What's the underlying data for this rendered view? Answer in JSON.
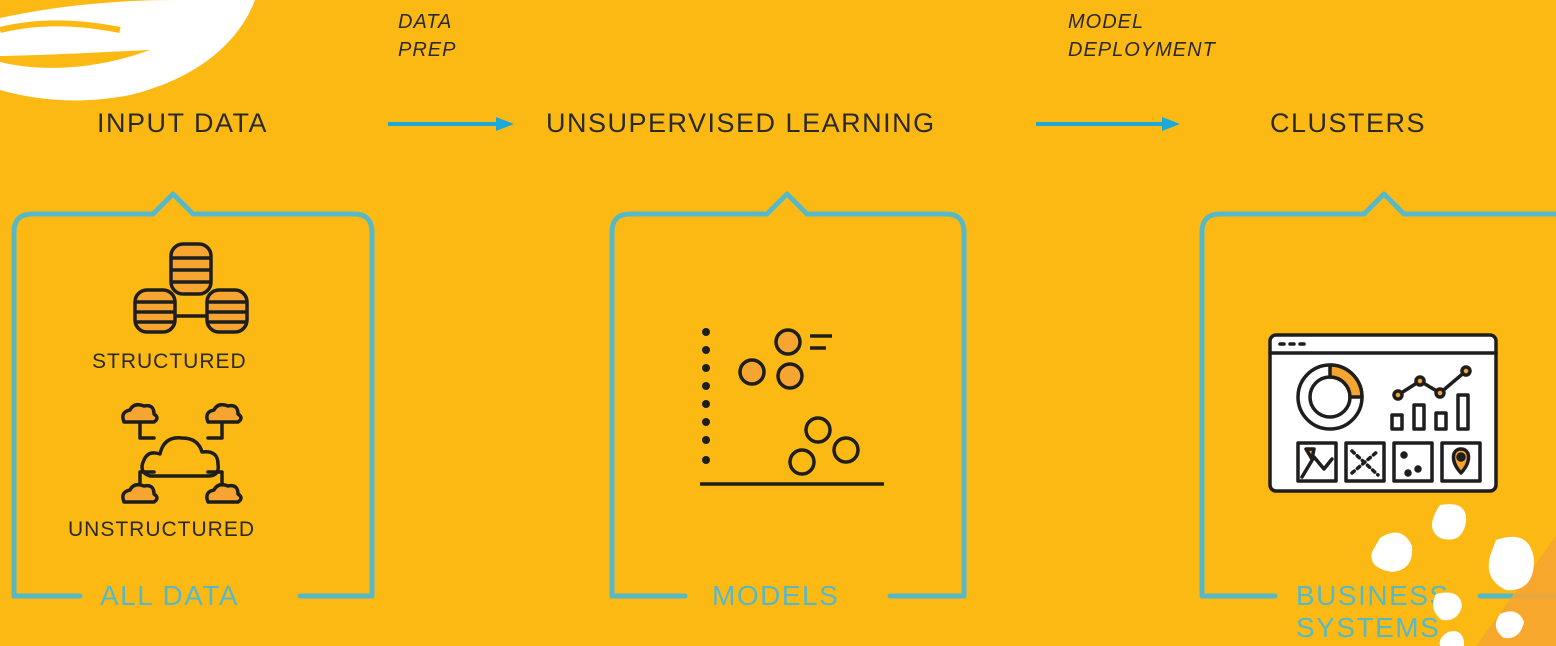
{
  "stages": {
    "data_prep": [
      "DATA",
      "PREP"
    ],
    "model_deployment": [
      "MODEL",
      "DEPLOYMENT"
    ]
  },
  "steps": {
    "input_data": "INPUT DATA",
    "unsupervised_learning": "UNSUPERVISED LEARNING",
    "clusters": "CLUSTERS"
  },
  "boxes": {
    "all_data": {
      "caption": "ALL DATA",
      "structured_label": "STRUCTURED",
      "unstructured_label": "UNSTRUCTURED"
    },
    "models": {
      "caption": "MODELS"
    },
    "business_systems": {
      "caption_lines": [
        "BUSINESS",
        "SYSTEMS"
      ]
    }
  },
  "colors": {
    "background": "#FDB913",
    "bracket": "#57b9c8",
    "arrow": "#1aa9d8",
    "icon_fill": "#F7A531",
    "icon_stroke": "#1e1e1e"
  },
  "icons": [
    "database-network-icon",
    "cloud-network-icon",
    "scatter-plot-icon",
    "dashboard-icon"
  ]
}
